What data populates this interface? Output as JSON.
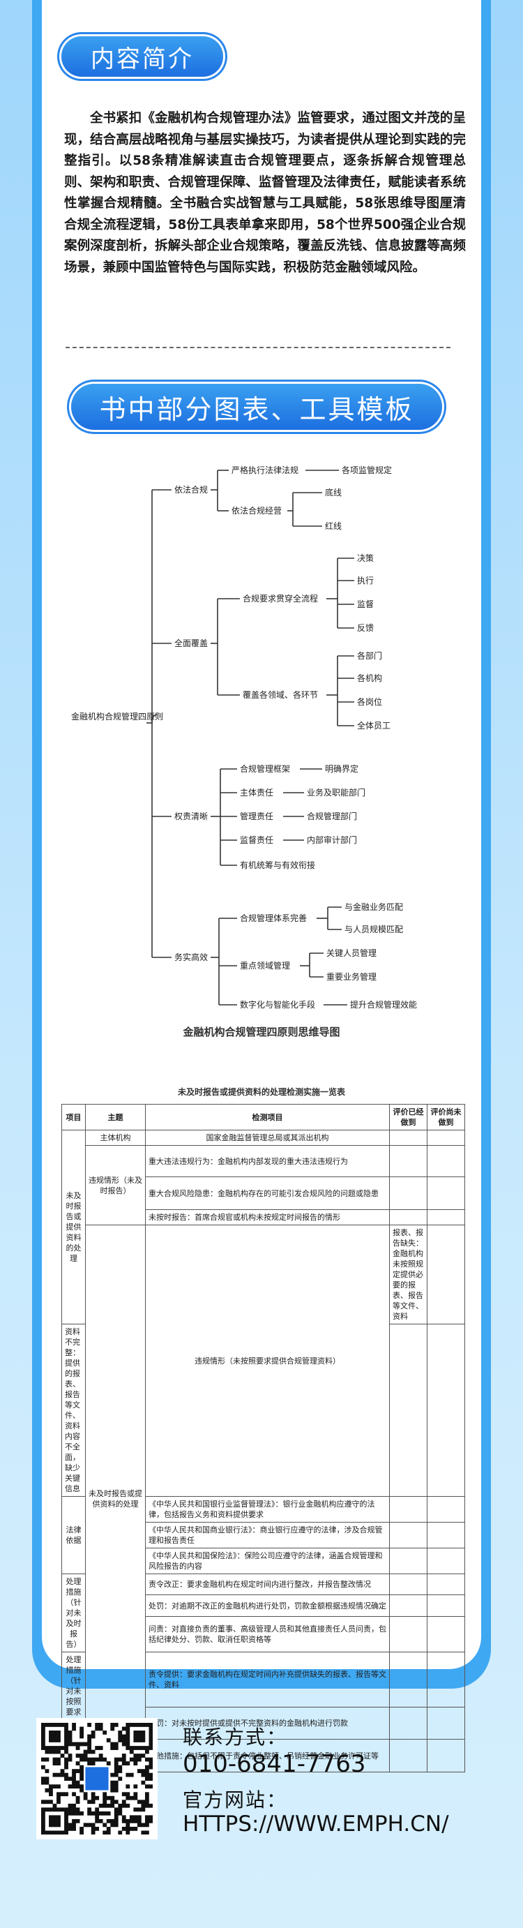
{
  "intro": {
    "title": "内容简介",
    "text": "全书紧扣《金融机构合规管理办法》监管要求，通过图文并茂的呈现，结合高层战略视角与基层实操技巧，为读者提供从理论到实践的完整指引。以58条精准解读直击合规管理要点，逐条拆解合规管理总则、架构和职责、合规管理保障、监督管理及法律责任，赋能读者系统性掌握合规精髓。全书融合实战智慧与工具赋能，58张思维导图厘清合规全流程逻辑，58份工具表单拿来即用，58个世界500强企业合规案例深度剖析，拆解头部企业合规策略，覆盖反洗钱、信息披露等高频场景，兼顾中国监管特色与国际实践，积极防范金融领域风险。"
  },
  "section2": {
    "title": "书中部分图表、工具模板"
  },
  "mindmap": {
    "caption": "金融机构合规管理四原则思维导图",
    "root": "金融机构合规管理四原则",
    "branches": [
      {
        "label": "依法合规",
        "children": [
          {
            "label": "严格执行法律法规",
            "sub": [
              "各项监管规定"
            ]
          },
          {
            "label": "依法合规经营",
            "sub": [
              "底线",
              "红线"
            ]
          }
        ]
      },
      {
        "label": "全面覆盖",
        "children": [
          {
            "label": "合规要求贯穿全流程",
            "sub": [
              "决策",
              "执行",
              "监督",
              "反馈"
            ]
          },
          {
            "label": "覆盖各领域、各环节",
            "sub": [
              "各部门",
              "各机构",
              "各岗位",
              "全体员工"
            ]
          }
        ]
      },
      {
        "label": "权责清晰",
        "children": [
          {
            "label": "合规管理框架",
            "sub": [
              "明确界定"
            ]
          },
          {
            "label": "主体责任",
            "sub": [
              "业务及职能部门"
            ]
          },
          {
            "label": "管理责任",
            "sub": [
              "合规管理部门"
            ]
          },
          {
            "label": "监督责任",
            "sub": [
              "内部审计部门"
            ]
          },
          {
            "label": "有机统筹与有效衔接",
            "sub": []
          }
        ]
      },
      {
        "label": "务实高效",
        "children": [
          {
            "label": "合规管理体系完善",
            "sub": [
              "与金融业务匹配",
              "与人员规模匹配"
            ]
          },
          {
            "label": "重点领域管理",
            "sub": [
              "关键人员管理",
              "重要业务管理"
            ]
          },
          {
            "label": "数字化与智能化手段",
            "sub": [
              "提升合规管理效能"
            ]
          }
        ]
      }
    ]
  },
  "table": {
    "title": "未及时报告或提供资料的处理检测实施一览表",
    "headers": [
      "项目",
      "主题",
      "检测项目",
      "评价已经做到",
      "评价尚未做到"
    ],
    "groupA": "未及时报告或提供资料的处理",
    "themeA1": "主体机构",
    "a1": "国家金融监督管理总局或其派出机构",
    "themeA2": "违规情形（未及时报告）",
    "a2": [
      "重大违法违规行为：金融机构内部发现的重大违法违规行为",
      "重大合规风险隐患：金融机构存在的可能引发合规风险的问题或隐患",
      "未按时报告：首席合规官或机构未按规定时间报告的情形"
    ],
    "groupB": "未及时报告或提供资料的处理",
    "themeB1": "违规情形（未按照要求提供合规管理资料）",
    "b1": [
      "报表、报告缺失：金融机构未按照规定提供必要的报表、报告等文件、资料",
      "资料不完整：提供的报表、报告等文件、资料内容不全面，缺少关键信息"
    ],
    "themeB2": "法律依据",
    "b2": [
      "《中华人民共和国银行业监督管理法》：银行业金融机构应遵守的法律，包括报告义务和资料提供要求",
      "《中华人民共和国商业银行法》：商业银行应遵守的法律，涉及合规管理和报告责任",
      "《中华人民共和国保险法》：保险公司应遵守的法律，涵盖合规管理和风险报告的内容"
    ],
    "themeB3": "处理措施（针对未及时报告）",
    "b3": [
      "责令改正：要求金融机构在规定时间内进行整改，并报告整改情况",
      "处罚：对逾期不改正的金融机构进行处罚，罚款金额根据违规情况确定",
      "问责：对直接负责的董事、高级管理人员和其他直接责任人员问责，包括纪律处分、罚款、取消任职资格等"
    ],
    "themeB4": "处理措施（针对未按照要求提供合规管理资料）",
    "b4": [
      "责令提供：要求金融机构在规定时间内补充提供缺失的报表、报告等文件、资料",
      "处罚：对未按时提供或提供不完整资料的金融机构进行罚款",
      "其他措施：包括但不限于责令停业整顿、吊销经营金融业务许可证等"
    ]
  },
  "contact": {
    "label": "联系方式：",
    "phone": "010-6841-7763",
    "site_label": "官方网站：",
    "site": "HTTPS://WWW.EMPH.CN/"
  },
  "colors": {
    "accent": "#1d6fe0",
    "frame": "#3fa8f2",
    "background": "#c8e9fd"
  }
}
